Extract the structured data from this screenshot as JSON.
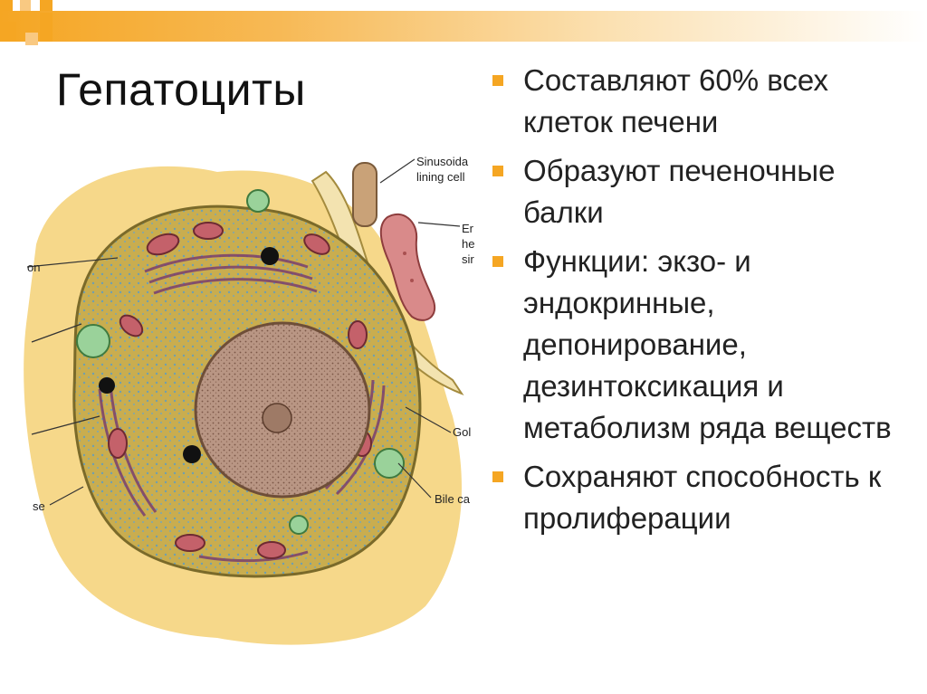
{
  "slide": {
    "title": "Гепатоциты",
    "accent_color": "#f5a623",
    "bullet_icon": "orange-square-bullet",
    "bullets": [
      "Составляют 60% всех клеток печени",
      "Образуют печеночные балки",
      "Функции: экзо- и эндокринные, депонирование, дезинтоксикация и метаболизм ряда веществ",
      "Сохраняют способность к пролиферации"
    ]
  },
  "figure": {
    "labels": {
      "sinusoid_1": "Sinusoida",
      "sinusoid_2": "lining cell",
      "ery_1": "Er",
      "ery_2": "he",
      "ery_3": "sir",
      "left_on": "on",
      "golgi": "Gol",
      "bile": "Bile ca",
      "left_se": "se"
    }
  }
}
